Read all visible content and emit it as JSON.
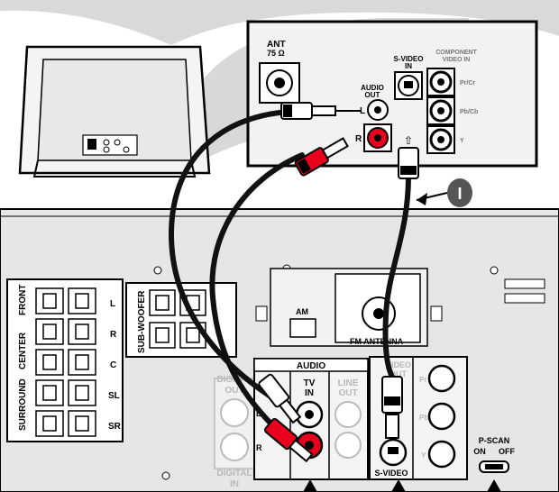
{
  "tv_panel": {
    "ant_label": "ANT",
    "ohm_label": "75 Ω",
    "audio_out_label": [
      "AUDIO",
      "OUT"
    ],
    "audio_l": "L",
    "audio_r": "R",
    "svideo_in_label": [
      "S-VIDEO",
      "IN"
    ],
    "component_label": [
      "COMPONENT",
      "VIDEO IN"
    ],
    "component_ports": [
      "Pr/Cr",
      "Pb/Cb",
      "Y"
    ]
  },
  "step_badge": {
    "label": "I"
  },
  "receiver": {
    "speaker_row_labels": [
      "L",
      "R",
      "C",
      "SL",
      "SR"
    ],
    "front_label": "FRONT",
    "center_label": "CENTER",
    "surround_label": "SURROUND",
    "subwoofer_label": "SUB-WOOFER",
    "am_label": "AM",
    "fm_label": "FM ANTENNA",
    "audio_header": "AUDIO",
    "digital_out_label": [
      "DIGITAL",
      "OUT"
    ],
    "digital_in_label": [
      "DIGITAL",
      "IN"
    ],
    "tv_in_label": [
      "TV",
      "IN"
    ],
    "line_out_label": [
      "LINE",
      "OUT"
    ],
    "audio_l": "L",
    "audio_r": "R",
    "video_out_label": [
      "VIDEO",
      "OUT"
    ],
    "component_ports": [
      "Pr",
      "Pb",
      "Y"
    ],
    "svideo_label": "S-VIDEO",
    "pscan_label": "P-SCAN",
    "pscan_on": "ON",
    "pscan_off": "OFF"
  },
  "colors": {
    "panel_gray": "#e6e6e6",
    "cable_black": "#111111",
    "plug_red": "#e8001c",
    "badge_gray": "#555555"
  },
  "icons": [
    "tv-monitor-icon",
    "arrow-left-icon",
    "arrow-up-icon"
  ]
}
